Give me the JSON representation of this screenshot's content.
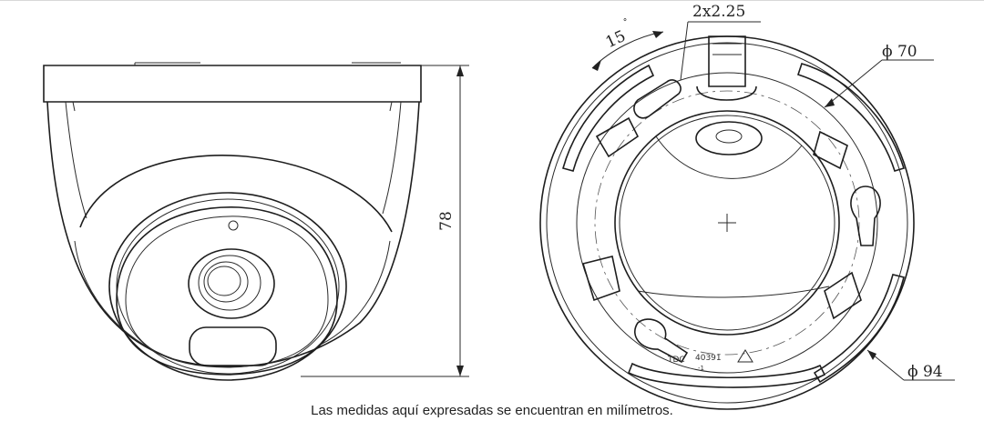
{
  "side_view": {
    "height_label": "78"
  },
  "front_view": {
    "angle_label": "15",
    "degree_mark": "°",
    "screw_label": "2x2.25",
    "inner_diameter_label": "ϕ 70",
    "outer_diameter_label": "ϕ 94",
    "marking_left": "TDC",
    "marking_code": "40391",
    "marking_rev": "-1"
  },
  "caption": "Las medidas aquí expresadas se encuentran en milímetros."
}
